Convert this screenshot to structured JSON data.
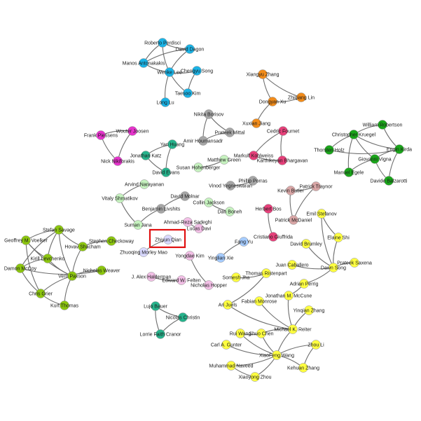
{
  "colors": {
    "cyan": "#1ab3e6",
    "orange": "#f28c1a",
    "gray": "#a6a6a6",
    "magenta": "#e633cc",
    "darkgreen": "#1aa61a",
    "teal": "#26b38c",
    "palegreen": "#c6f2bf",
    "crimson": "#e6407a",
    "pink": "#f2bfe6",
    "yellowgreen": "#8cc60f",
    "lavender": "#d9d9ff",
    "lightblue": "#a6ccff",
    "rosybrown": "#d9a6a6",
    "yellow": "#ffff40",
    "highlight": "#e01010"
  },
  "nodes": [
    {
      "label": "Roberto Perdisci",
      "color": "cyan"
    },
    {
      "label": "David Dagon",
      "color": "cyan"
    },
    {
      "label": "Manos Antonakakis",
      "color": "cyan"
    },
    {
      "label": "Wenke Lee",
      "color": "cyan"
    },
    {
      "label": "Chengyu Song",
      "color": "cyan"
    },
    {
      "label": "Taesoo Kim",
      "color": "cyan"
    },
    {
      "label": "Long Lu",
      "color": "cyan"
    },
    {
      "label": "Xiangyu Zhang",
      "color": "orange"
    },
    {
      "label": "Zhiqiang Lin",
      "color": "orange"
    },
    {
      "label": "Dongyan Xu",
      "color": "orange"
    },
    {
      "label": "Xuxian Jiang",
      "color": "orange"
    },
    {
      "label": "Nikita Borisov",
      "color": "gray"
    },
    {
      "label": "Prateek Mittal",
      "color": "gray"
    },
    {
      "label": "Amir Houmansadr",
      "color": "gray"
    },
    {
      "label": "Wouter Joosen",
      "color": "magenta"
    },
    {
      "label": "Frank Piessens",
      "color": "magenta"
    },
    {
      "label": "Nick Nikiforakis",
      "color": "magenta"
    },
    {
      "label": "Yan Huang",
      "color": "teal"
    },
    {
      "label": "Jonathan Katz",
      "color": "teal"
    },
    {
      "label": "David Evans",
      "color": "teal"
    },
    {
      "label": "Susan Hohenberger",
      "color": "palegreen"
    },
    {
      "label": "Matthew Green",
      "color": "palegreen"
    },
    {
      "label": "Cedric Fournet",
      "color": "crimson"
    },
    {
      "label": "Markulf Kohlweiss",
      "color": "crimson"
    },
    {
      "label": "Karthikeyan Bhargavan",
      "color": "crimson"
    },
    {
      "label": "William Robertson",
      "color": "darkgreen"
    },
    {
      "label": "Christopher Kruegel",
      "color": "darkgreen"
    },
    {
      "label": "Thorsten Holz",
      "color": "darkgreen"
    },
    {
      "label": "Engin Kirda",
      "color": "darkgreen"
    },
    {
      "label": "Giovanni Vigna",
      "color": "darkgreen"
    },
    {
      "label": "Manuel Egele",
      "color": "darkgreen"
    },
    {
      "label": "Davide Balzarotti",
      "color": "darkgreen"
    },
    {
      "label": "Arvind Narayanan",
      "color": "palegreen"
    },
    {
      "label": "Vitaly Shmatikov",
      "color": "palegreen"
    },
    {
      "label": "Suman Jana",
      "color": "palegreen"
    },
    {
      "label": "David Molnar",
      "color": "gray"
    },
    {
      "label": "Benjamin Livshits",
      "color": "gray"
    },
    {
      "label": "Vinod Yegneswaran",
      "color": "gray"
    },
    {
      "label": "Phillip Porras",
      "color": "gray"
    },
    {
      "label": "Collin Jackson",
      "color": "palegreen"
    },
    {
      "label": "Dan Boneh",
      "color": "palegreen"
    },
    {
      "label": "Kevin Butler",
      "color": "rosybrown"
    },
    {
      "label": "Patrick Traynor",
      "color": "rosybrown"
    },
    {
      "label": "Patrick McDaniel",
      "color": "rosybrown"
    },
    {
      "label": "Herbert Bos",
      "color": "crimson"
    },
    {
      "label": "Cristiano Giuffrida",
      "color": "crimson"
    },
    {
      "label": "Ahmad-Reza Sadeghi",
      "color": "pink"
    },
    {
      "label": "Lucas Davi",
      "color": "pink"
    },
    {
      "label": "Zhiyun Qian",
      "color": "lavender"
    },
    {
      "label": "Zhuoqing Morley Mao",
      "color": "lavender"
    },
    {
      "label": "Fang Yu",
      "color": "lightblue"
    },
    {
      "label": "Yinglian Xie",
      "color": "lightblue"
    },
    {
      "label": "Yongdae Kim",
      "color": "pink"
    },
    {
      "label": "Nicholas Hopper",
      "color": "pink"
    },
    {
      "label": "J. Alex Halderman",
      "color": "pink"
    },
    {
      "label": "Edward W. Felten",
      "color": "pink"
    },
    {
      "label": "Stefan Savage",
      "color": "yellowgreen"
    },
    {
      "label": "Geoffrey M. Voelker",
      "color": "yellowgreen"
    },
    {
      "label": "Stephen Checkoway",
      "color": "yellowgreen"
    },
    {
      "label": "Kirill Levchenko",
      "color": "yellowgreen"
    },
    {
      "label": "Hovav Shacham",
      "color": "yellowgreen"
    },
    {
      "label": "Damon McCoy",
      "color": "yellowgreen"
    },
    {
      "label": "Nicholas Weaver",
      "color": "yellowgreen"
    },
    {
      "label": "Vern Paxson",
      "color": "yellowgreen"
    },
    {
      "label": "Chris Grier",
      "color": "yellowgreen"
    },
    {
      "label": "Kurt Thomas",
      "color": "yellowgreen"
    },
    {
      "label": "Emil Stefanov",
      "color": "yellow"
    },
    {
      "label": "Elaine Shi",
      "color": "yellow"
    },
    {
      "label": "David Brumley",
      "color": "yellow"
    },
    {
      "label": "Prateek Saxena",
      "color": "yellow"
    },
    {
      "label": "Juan Caballero",
      "color": "yellow"
    },
    {
      "label": "Dawn Song",
      "color": "yellow"
    },
    {
      "label": "Somesh Jha",
      "color": "yellow"
    },
    {
      "label": "Thomas Ristenpart",
      "color": "yellow"
    },
    {
      "label": "Adrian Perrig",
      "color": "yellow"
    },
    {
      "label": "Ari Juels",
      "color": "yellow"
    },
    {
      "label": "Fabian Monrose",
      "color": "yellow"
    },
    {
      "label": "Jonathan M. McCune",
      "color": "yellow"
    },
    {
      "label": "Yinqian Zhang",
      "color": "yellow"
    },
    {
      "label": "Rui Wang",
      "color": "yellow"
    },
    {
      "label": "Shuo Chen",
      "color": "yellow"
    },
    {
      "label": "Michael K. Reiter",
      "color": "yellow"
    },
    {
      "label": "Carl A. Gunter",
      "color": "yellow"
    },
    {
      "label": "XiaoFeng Wang",
      "color": "yellow"
    },
    {
      "label": "Zhou Li",
      "color": "yellow"
    },
    {
      "label": "Muhammad Naveed",
      "color": "yellow"
    },
    {
      "label": "Kehuan Zhang",
      "color": "yellow"
    },
    {
      "label": "Xiaoyong Zhou",
      "color": "yellow"
    },
    {
      "label": "Lujo Bauer",
      "color": "teal"
    },
    {
      "label": "Nicolas Christin",
      "color": "teal"
    },
    {
      "label": "Lorrie Faith Cranor",
      "color": "teal"
    }
  ],
  "edges": [
    [
      "Roberto Perdisci",
      "David Dagon"
    ],
    [
      "Roberto Perdisci",
      "Manos Antonakakis"
    ],
    [
      "Roberto Perdisci",
      "Wenke Lee"
    ],
    [
      "David Dagon",
      "Manos Antonakakis"
    ],
    [
      "David Dagon",
      "Wenke Lee"
    ],
    [
      "Manos Antonakakis",
      "Wenke Lee"
    ],
    [
      "Wenke Lee",
      "Chengyu Song"
    ],
    [
      "Wenke Lee",
      "Taesoo Kim"
    ],
    [
      "Wenke Lee",
      "Long Lu"
    ],
    [
      "Chengyu Song",
      "Taesoo Kim"
    ],
    [
      "Xiangyu Zhang",
      "Dongyan Xu"
    ],
    [
      "Dongyan Xu",
      "Zhiqiang Lin"
    ],
    [
      "Dongyan Xu",
      "Xuxian Jiang"
    ],
    [
      "Xiangyu Zhang",
      "Zhiqiang Lin"
    ],
    [
      "Nikita Borisov",
      "Prateek Mittal"
    ],
    [
      "Nikita Borisov",
      "Amir Houmansadr"
    ],
    [
      "Prateek Mittal",
      "Amir Houmansadr"
    ],
    [
      "Wouter Joosen",
      "Frank Piessens"
    ],
    [
      "Frank Piessens",
      "Nick Nikiforakis"
    ],
    [
      "Wouter Joosen",
      "Nick Nikiforakis"
    ],
    [
      "Yan Huang",
      "David Evans"
    ],
    [
      "Jonathan Katz",
      "David Evans"
    ],
    [
      "Yan Huang",
      "Jonathan Katz"
    ],
    [
      "Susan Hohenberger",
      "Matthew Green"
    ],
    [
      "Cedric Fournet",
      "Markulf Kohlweiss"
    ],
    [
      "Cedric Fournet",
      "Karthikeyan Bhargavan"
    ],
    [
      "Markulf Kohlweiss",
      "Karthikeyan Bhargavan"
    ],
    [
      "William Robertson",
      "Christopher Kruegel"
    ],
    [
      "William Robertson",
      "Engin Kirda"
    ],
    [
      "Christopher Kruegel",
      "Engin Kirda"
    ],
    [
      "Christopher Kruegel",
      "Giovanni Vigna"
    ],
    [
      "Engin Kirda",
      "Giovanni Vigna"
    ],
    [
      "Christopher Kruegel",
      "Thorsten Holz"
    ],
    [
      "Christopher Kruegel",
      "Manuel Egele"
    ],
    [
      "Giovanni Vigna",
      "Davide Balzarotti"
    ],
    [
      "Engin Kirda",
      "Davide Balzarotti"
    ],
    [
      "Giovanni Vigna",
      "Manuel Egele"
    ],
    [
      "Thorsten Holz",
      "Engin Kirda"
    ],
    [
      "Arvind Narayanan",
      "Vitaly Shmatikov"
    ],
    [
      "Vitaly Shmatikov",
      "Suman Jana"
    ],
    [
      "David Molnar",
      "Benjamin Livshits"
    ],
    [
      "Benjamin Livshits",
      "Suman Jana"
    ],
    [
      "Vinod Yegneswaran",
      "Phillip Porras"
    ],
    [
      "Collin Jackson",
      "Dan Boneh"
    ],
    [
      "Kevin Butler",
      "Patrick Traynor"
    ],
    [
      "Patrick Traynor",
      "Patrick McDaniel"
    ],
    [
      "Kevin Butler",
      "Patrick McDaniel"
    ],
    [
      "Herbert Bos",
      "Cristiano Giuffrida"
    ],
    [
      "Ahmad-Reza Sadeghi",
      "Lucas Davi"
    ],
    [
      "Zhiyun Qian",
      "Zhuoqing Morley Mao"
    ],
    [
      "Fang Yu",
      "Yinglian Xie"
    ],
    [
      "Yongdae Kim",
      "Nicholas Hopper"
    ],
    [
      "J. Alex Halderman",
      "Edward W. Felten"
    ],
    [
      "Stefan Savage",
      "Geoffrey M. Voelker"
    ],
    [
      "Stefan Savage",
      "Kirill Levchenko"
    ],
    [
      "Stefan Savage",
      "Hovav Shacham"
    ],
    [
      "Stefan Savage",
      "Damon McCoy"
    ],
    [
      "Stefan Savage",
      "Vern Paxson"
    ],
    [
      "Stephen Checkoway",
      "Hovav Shacham"
    ],
    [
      "Geoffrey M. Voelker",
      "Kirill Levchenko"
    ],
    [
      "Geoffrey M. Voelker",
      "Chris Grier"
    ],
    [
      "Geoffrey M. Voelker",
      "Vern Paxson"
    ],
    [
      "Kirill Levchenko",
      "Damon McCoy"
    ],
    [
      "Kirill Levchenko",
      "Vern Paxson"
    ],
    [
      "Damon McCoy",
      "Nicholas Weaver"
    ],
    [
      "Nicholas Weaver",
      "Vern Paxson"
    ],
    [
      "Vern Paxson",
      "Chris Grier"
    ],
    [
      "Vern Paxson",
      "Kurt Thomas"
    ],
    [
      "Chris Grier",
      "Kurt Thomas"
    ],
    [
      "Damon McCoy",
      "Chris Grier"
    ],
    [
      "Hovav Shacham",
      "Vern Paxson"
    ],
    [
      "Emil Stefanov",
      "Elaine Shi"
    ],
    [
      "Elaine Shi",
      "Dawn Song"
    ],
    [
      "David Brumley",
      "Dawn Song"
    ],
    [
      "Prateek Saxena",
      "Dawn Song"
    ],
    [
      "Juan Caballero",
      "Dawn Song"
    ],
    [
      "Adrian Perrig",
      "Dawn Song"
    ],
    [
      "Emil Stefanov",
      "Dawn Song"
    ],
    [
      "Somesh Jha",
      "Thomas Ristenpart"
    ],
    [
      "Ari Juels",
      "Michael K. Reiter"
    ],
    [
      "Fabian Monrose",
      "Michael K. Reiter"
    ],
    [
      "Jonathan M. McCune",
      "Michael K. Reiter"
    ],
    [
      "Yinqian Zhang",
      "Michael K. Reiter"
    ],
    [
      "Ari Juels",
      "Thomas Ristenpart"
    ],
    [
      "Rui Wang",
      "Shuo Chen"
    ],
    [
      "Rui Wang",
      "XiaoFeng Wang"
    ],
    [
      "Shuo Chen",
      "XiaoFeng Wang"
    ],
    [
      "Michael K. Reiter",
      "XiaoFeng Wang"
    ],
    [
      "Carl A. Gunter",
      "XiaoFeng Wang"
    ],
    [
      "Zhou Li",
      "XiaoFeng Wang"
    ],
    [
      "Muhammad Naveed",
      "XiaoFeng Wang"
    ],
    [
      "Kehuan Zhang",
      "XiaoFeng Wang"
    ],
    [
      "Xiaoyong Zhou",
      "XiaoFeng Wang"
    ],
    [
      "Muhammad Naveed",
      "Xiaoyong Zhou"
    ],
    [
      "Zhou Li",
      "Kehuan Zhang"
    ],
    [
      "Jonathan M. McCune",
      "Adrian Perrig"
    ],
    [
      "Michael K. Reiter",
      "Shuo Chen"
    ],
    [
      "Lujo Bauer",
      "Nicolas Christin"
    ],
    [
      "Lujo Bauer",
      "Lorrie Faith Cranor"
    ],
    [
      "Nicolas Christin",
      "Lorrie Faith Cranor"
    ]
  ],
  "highlight": "Zhiyun Qian"
}
